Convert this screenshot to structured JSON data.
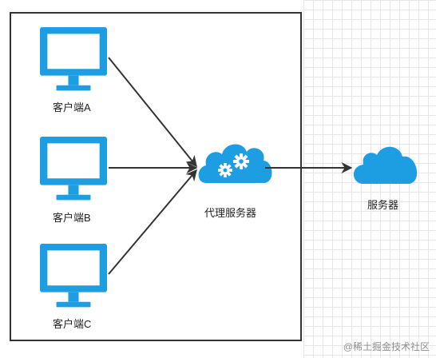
{
  "clients": [
    {
      "label": "客户端A"
    },
    {
      "label": "客户端B"
    },
    {
      "label": "客户端C"
    }
  ],
  "proxy": {
    "label": "代理服务器"
  },
  "server": {
    "label": "服务器"
  },
  "watermark": "@稀土掘金技术社区",
  "colors": {
    "accent": "#1e9ee2",
    "arrow": "#333333",
    "frame": "#333333",
    "grid": "#e6e6e6"
  }
}
